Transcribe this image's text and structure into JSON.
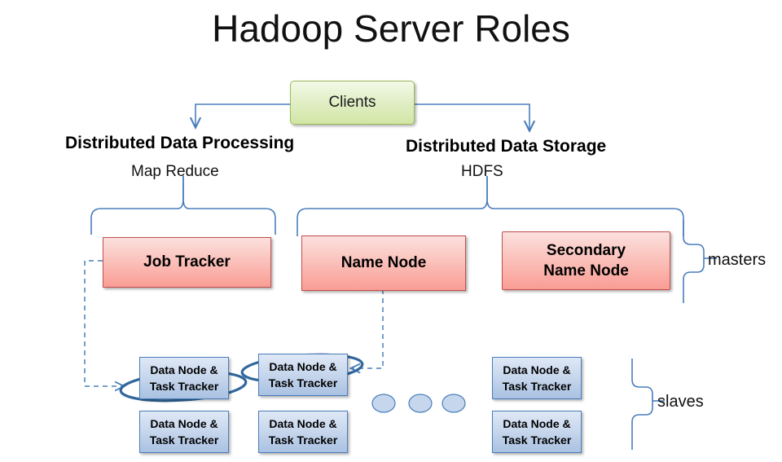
{
  "title": "Hadoop Server Roles",
  "clients": {
    "label": "Clients",
    "fill": "#e2efc8",
    "border": "#9bbb59"
  },
  "sections": [
    {
      "id": "processing",
      "heading": "Distributed Data Processing",
      "subtitle": "Map Reduce"
    },
    {
      "id": "storage",
      "heading": "Distributed Data Storage",
      "subtitle": "HDFS"
    }
  ],
  "masters": {
    "group_label": "masters",
    "nodes": [
      {
        "id": "job-tracker",
        "label": "Job Tracker"
      },
      {
        "id": "name-node",
        "label": "Name Node"
      },
      {
        "id": "sec-name-node",
        "line1": "Secondary",
        "line2": "Name Node"
      }
    ],
    "fill": "#f99d94",
    "border": "#c0504d"
  },
  "slaves": {
    "group_label": "slaves",
    "node_line1": "Data Node &",
    "node_line2": "Task Tracker",
    "columns": [
      {
        "id": "col-1",
        "nodes": [
          {
            "id": "s1",
            "highlighted": true
          },
          {
            "id": "s2",
            "highlighted": false
          }
        ]
      },
      {
        "id": "col-2",
        "nodes": [
          {
            "id": "s3",
            "highlighted": true
          },
          {
            "id": "s4",
            "highlighted": false
          }
        ]
      },
      {
        "id": "col-3",
        "nodes": [
          {
            "id": "s5",
            "highlighted": false
          },
          {
            "id": "s6",
            "highlighted": false
          }
        ]
      }
    ],
    "ellipsis_dots": 3,
    "fill": "#a9c1e2",
    "border": "#4a7ebb"
  },
  "connector_color": "#4a7ebb"
}
